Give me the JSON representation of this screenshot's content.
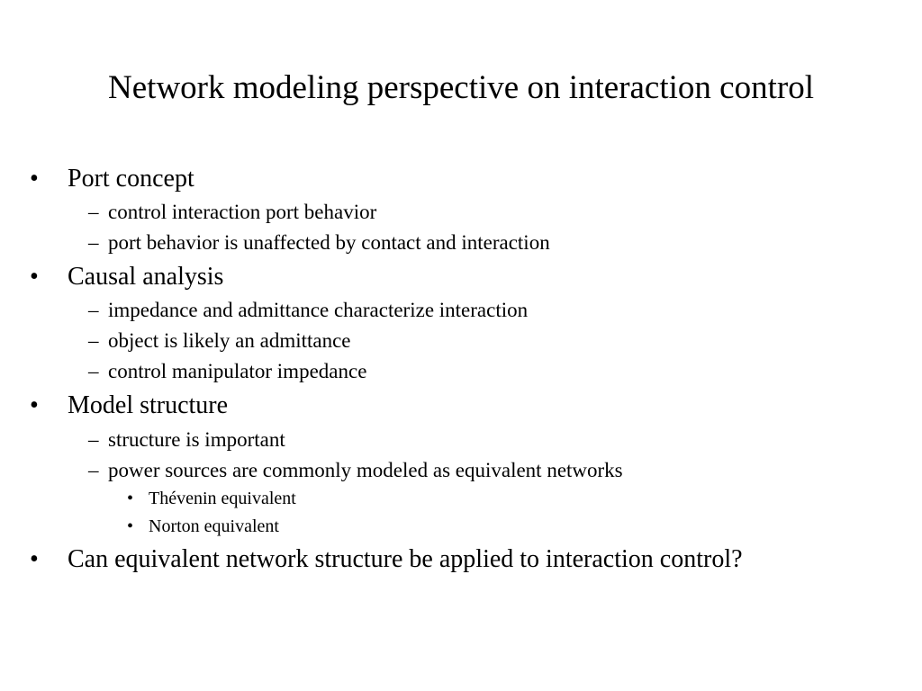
{
  "slide": {
    "title": "Network modeling perspective on interaction control",
    "items": [
      {
        "level": 1,
        "marker": "•",
        "text": "Port concept"
      },
      {
        "level": 2,
        "marker": "–",
        "text": "control interaction port behavior"
      },
      {
        "level": 2,
        "marker": "–",
        "text": "port behavior is unaffected by contact and interaction"
      },
      {
        "level": 1,
        "marker": "•",
        "text": "Causal analysis"
      },
      {
        "level": 2,
        "marker": "–",
        "text": "impedance and admittance characterize interaction"
      },
      {
        "level": 2,
        "marker": "–",
        "text": "object is likely an admittance"
      },
      {
        "level": 2,
        "marker": "–",
        "text": "control manipulator impedance"
      },
      {
        "level": 1,
        "marker": "•",
        "text": "Model structure"
      },
      {
        "level": 2,
        "marker": "–",
        "text": "structure is important"
      },
      {
        "level": 2,
        "marker": "–",
        "text": "power sources are commonly modeled as equivalent networks"
      },
      {
        "level": 3,
        "marker": "•",
        "text": "Thévenin equivalent"
      },
      {
        "level": 3,
        "marker": "•",
        "text": "Norton equivalent"
      },
      {
        "level": 1,
        "marker": "•",
        "text": "Can equivalent network structure be applied to interaction control?"
      }
    ]
  }
}
